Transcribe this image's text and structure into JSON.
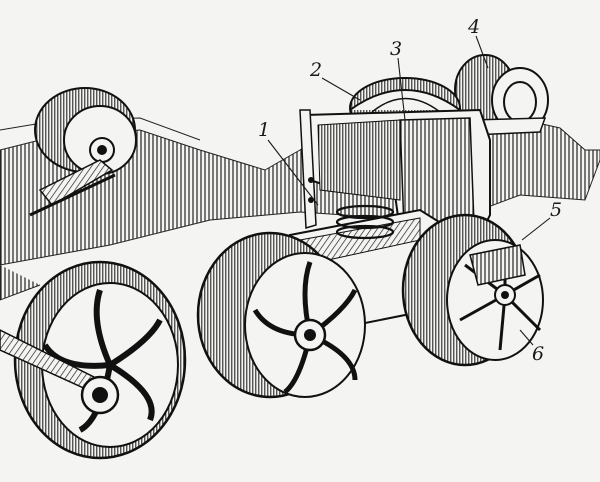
{
  "figure": {
    "callouts": [
      {
        "label": "1"
      },
      {
        "label": "2"
      },
      {
        "label": "3"
      },
      {
        "label": "4"
      },
      {
        "label": "5"
      },
      {
        "label": "6"
      }
    ]
  },
  "colors": {
    "paper": "#f4f4f2",
    "ink": "#1a1a1a"
  }
}
